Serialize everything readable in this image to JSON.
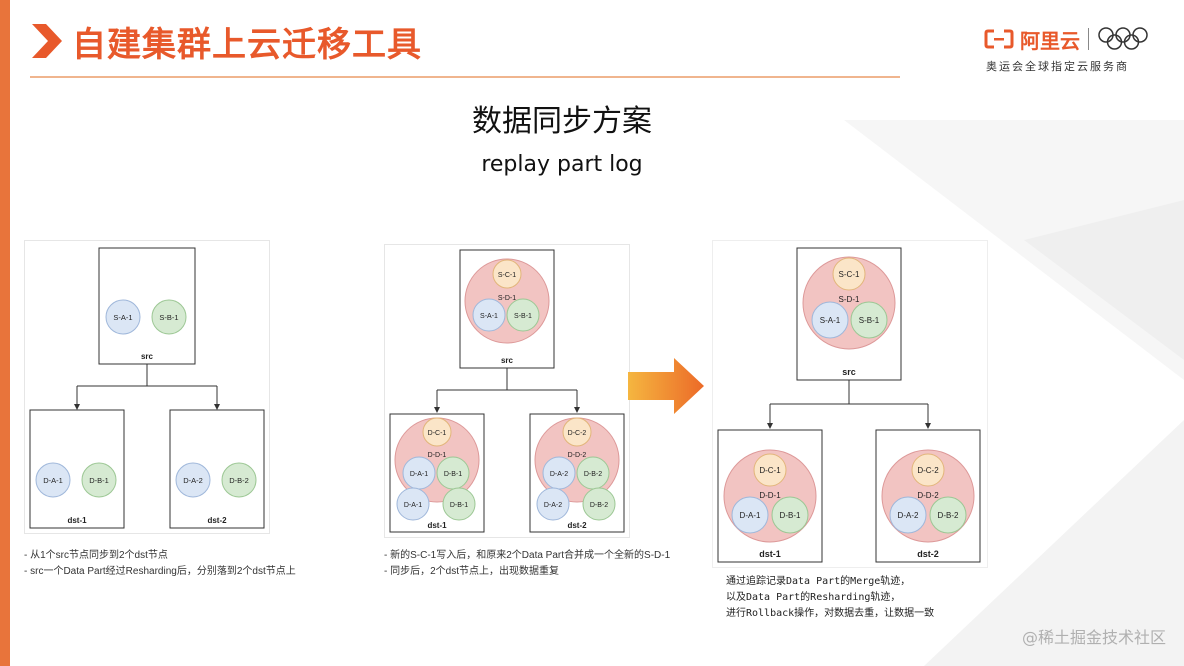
{
  "header": {
    "title": "自建集群上云迁移工具",
    "brand_name": "阿里云",
    "brand_sub": "奥运会全球指定云服务商"
  },
  "main": {
    "heading": "数据同步方案",
    "subheading": "replay part log"
  },
  "diagram1": {
    "src_label": "src",
    "dst1_label": "dst-1",
    "dst2_label": "dst-2",
    "src_parts": [
      "S-A-1",
      "S-B-1"
    ],
    "dst1_parts": [
      "D-A-1",
      "D-B-1"
    ],
    "dst2_parts": [
      "D-A-2",
      "D-B-2"
    ],
    "caption": [
      "- 从1个src节点同步到2个dst节点",
      "- src一个Data Part经过Resharding后，分别落到2个dst节点上"
    ]
  },
  "diagram2": {
    "src_label": "src",
    "dst1_label": "dst-1",
    "dst2_label": "dst-2",
    "src_top": "S-C-1",
    "src_merged": "S-D-1",
    "src_parts": [
      "S-A-1",
      "S-B-1"
    ],
    "dst1_top": "D-C-1",
    "dst1_merged": "D-D-1",
    "dst1_parts": [
      "D-A-1",
      "D-B-1"
    ],
    "dst1_extra": [
      "D-A-1",
      "D-B-1"
    ],
    "dst2_top": "D-C-2",
    "dst2_merged": "D-D-2",
    "dst2_parts": [
      "D-A-2",
      "D-B-2"
    ],
    "dst2_extra": [
      "D-A-2",
      "D-B-2"
    ],
    "caption": [
      "- 新的S-C-1写入后，和原来2个Data Part合并成一个全新的S-D-1",
      "- 同步后，2个dst节点上，出现数据重复"
    ]
  },
  "diagram3": {
    "src_label": "src",
    "dst1_label": "dst-1",
    "dst2_label": "dst-2",
    "src_top": "S-C-1",
    "src_merged": "S-D-1",
    "src_parts": [
      "S-A-1",
      "S-B-1"
    ],
    "dst1_top": "D-C-1",
    "dst1_merged": "D-D-1",
    "dst1_parts": [
      "D-A-1",
      "D-B-1"
    ],
    "dst2_top": "D-C-2",
    "dst2_merged": "D-D-2",
    "dst2_parts": [
      "D-A-2",
      "D-B-2"
    ],
    "caption": [
      "通过追踪记录Data Part的Merge轨迹，",
      "以及Data Part的Resharding轨迹，",
      "进行Rollback操作，对数据去重，让数据一致"
    ]
  },
  "watermark": "@稀土掘金技术社区",
  "colors": {
    "accent": "#e8592b",
    "blue_part": "#dbe6f5",
    "green_part": "#d6ead2",
    "orange_part": "#fbe5c8",
    "merged_part": "#f2c4c2"
  }
}
